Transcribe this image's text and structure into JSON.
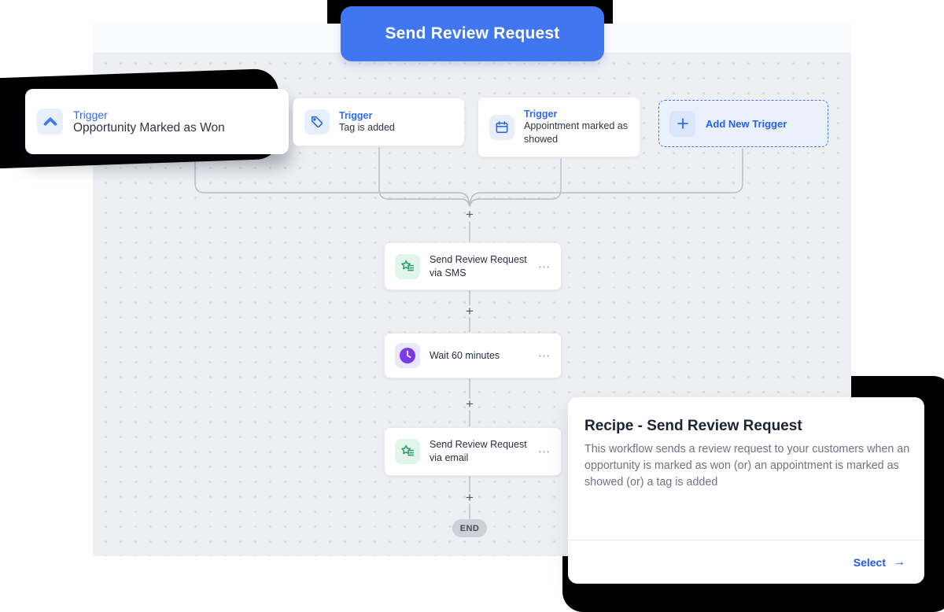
{
  "header": {
    "title_button": "Send Review Request"
  },
  "triggers": [
    {
      "label": "Trigger",
      "name": "Opportunity Marked as Won",
      "icon": "chevron-up-icon"
    },
    {
      "label": "Trigger",
      "name": "Tag is added",
      "icon": "tag-icon"
    },
    {
      "label": "Trigger",
      "name": "Appointment marked as showed",
      "icon": "calendar-icon"
    }
  ],
  "add_trigger": {
    "label": "Add New Trigger",
    "icon": "plus-icon"
  },
  "actions": [
    {
      "title": "Send Review Request via SMS",
      "icon": "review-star-icon",
      "menu": "⋯"
    },
    {
      "title": "Wait 60 minutes",
      "icon": "clock-icon",
      "menu": "⋯"
    },
    {
      "title": "Send Review Request via email",
      "icon": "review-star-icon",
      "menu": "⋯"
    }
  ],
  "connectors": {
    "plus_label": "+"
  },
  "end_label": "END",
  "recipe": {
    "title": "Recipe - Send Review Request",
    "description": "This workflow sends a review request to your customers when an opportunity is marked as won (or) an appointment is marked as showed (or) a tag is added",
    "select_label": "Select",
    "arrow": "→"
  },
  "colors": {
    "accent_blue": "#4176f1",
    "trigger_blue": "#2f6bf2",
    "review_green": "#2e9e63",
    "wait_purple": "#7c3aed",
    "canvas_bg": "#edeff3",
    "shape_black": "#000000"
  }
}
